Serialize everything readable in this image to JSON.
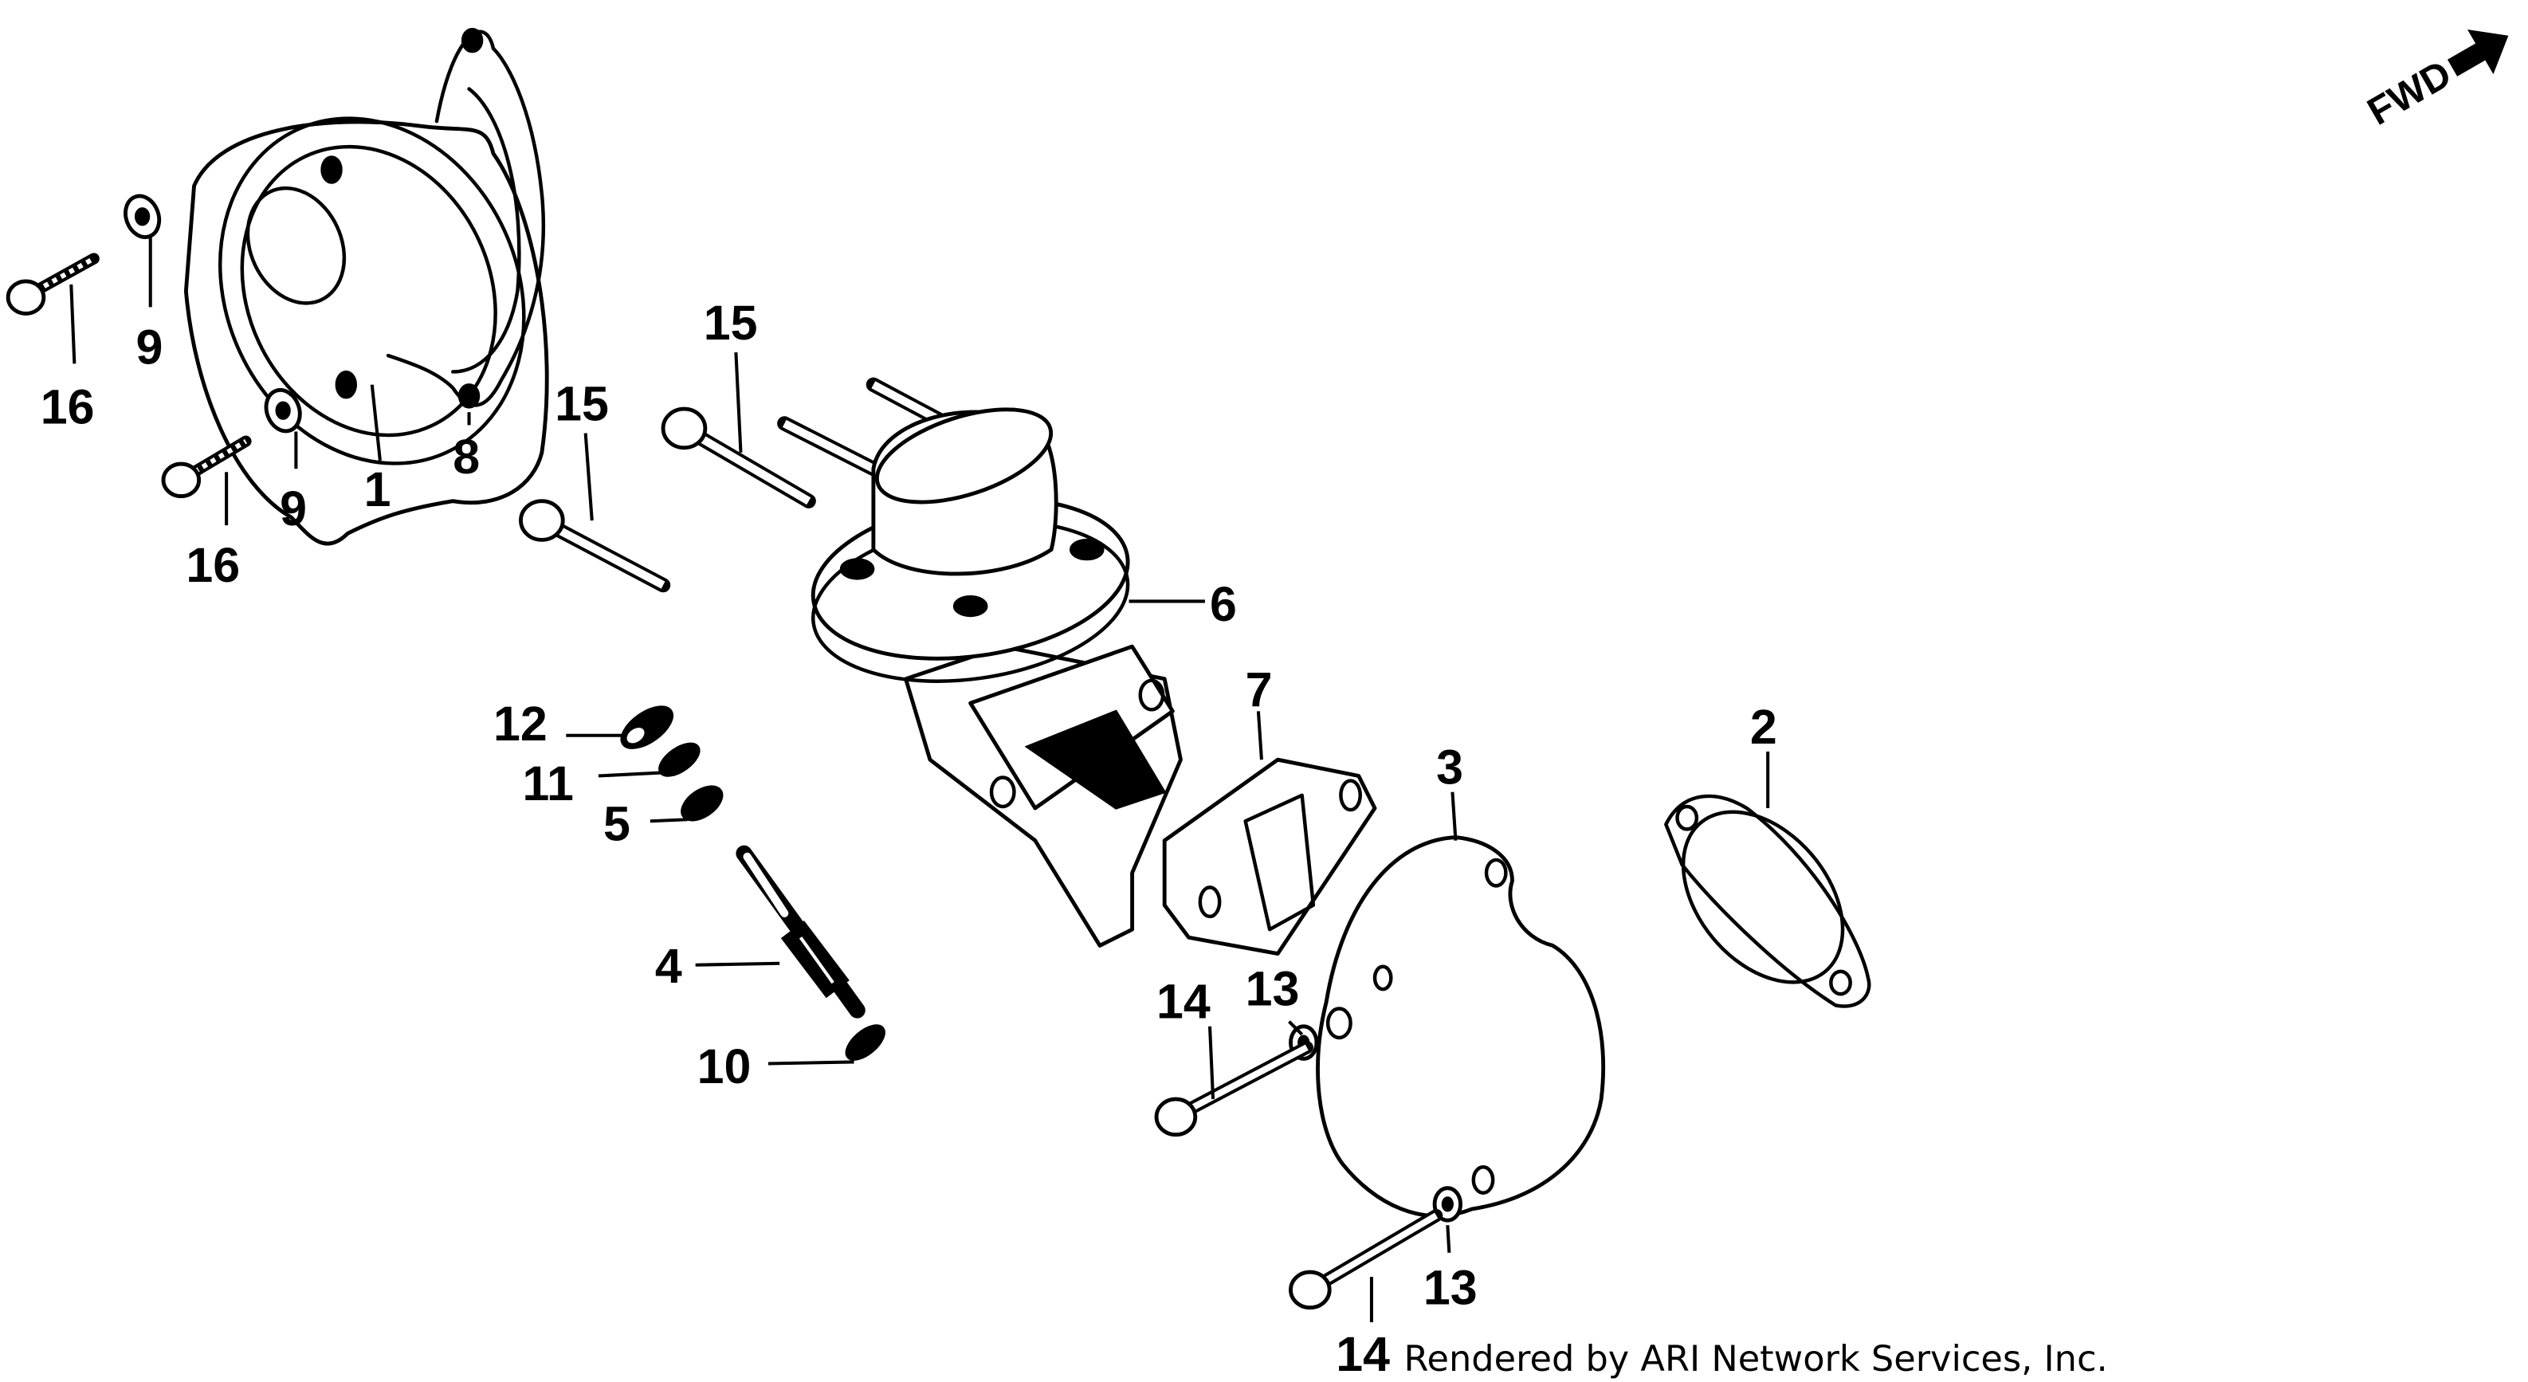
{
  "diagram": {
    "title": "Fuel pump / cover exploded parts diagram",
    "direction_indicator": {
      "label": "FWD",
      "icon": "forward-arrow-icon"
    },
    "credit": "Rendered by ARI Network Services, Inc.",
    "callouts": [
      {
        "id": "c1",
        "label": "1",
        "part": "cover"
      },
      {
        "id": "c2",
        "label": "2",
        "part": "gasket"
      },
      {
        "id": "c3",
        "label": "3",
        "part": "housing"
      },
      {
        "id": "c4",
        "label": "4",
        "part": "drive-shaft"
      },
      {
        "id": "c5",
        "label": "5",
        "part": "pin"
      },
      {
        "id": "c6",
        "label": "6",
        "part": "fuel-pump"
      },
      {
        "id": "c7",
        "label": "7",
        "part": "insulator"
      },
      {
        "id": "c8",
        "label": "8",
        "part": "gasket"
      },
      {
        "id": "c9a",
        "label": "9",
        "part": "washer"
      },
      {
        "id": "c9b",
        "label": "9",
        "part": "washer"
      },
      {
        "id": "c10",
        "label": "10",
        "part": "key"
      },
      {
        "id": "c11",
        "label": "11",
        "part": "key"
      },
      {
        "id": "c12",
        "label": "12",
        "part": "pin"
      },
      {
        "id": "c13a",
        "label": "13",
        "part": "washer"
      },
      {
        "id": "c13b",
        "label": "13",
        "part": "washer"
      },
      {
        "id": "c14a",
        "label": "14",
        "part": "bolt"
      },
      {
        "id": "c14b",
        "label": "14",
        "part": "bolt"
      },
      {
        "id": "c15a",
        "label": "15",
        "part": "bolt"
      },
      {
        "id": "c15b",
        "label": "15",
        "part": "bolt"
      },
      {
        "id": "c16a",
        "label": "16",
        "part": "bolt"
      },
      {
        "id": "c16b",
        "label": "16",
        "part": "bolt"
      }
    ]
  }
}
